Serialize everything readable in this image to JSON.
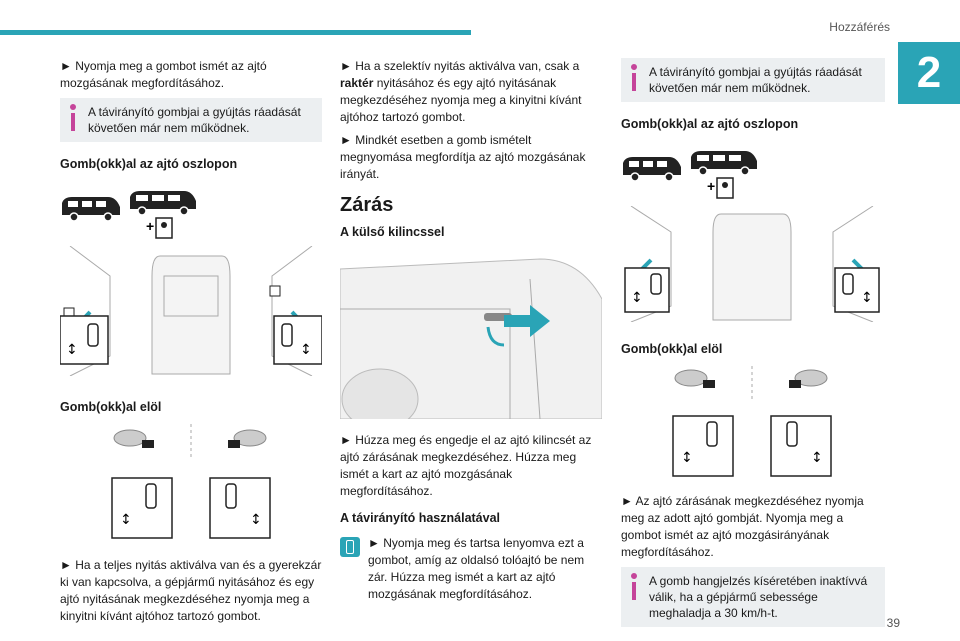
{
  "header": {
    "section": "Hozzáférés",
    "chapter": "2",
    "page": "39"
  },
  "col1": {
    "p1": "► Nyomja meg a gombot ismét az ajtó mozgásának megfordításához.",
    "note1": "A távirányító gombjai a gyújtás ráadását követően már nem működnek.",
    "h_pillar": "Gomb(okk)al az ajtó oszlopon",
    "h_front": "Gomb(okk)al elöl",
    "p2": "► Ha a teljes nyitás aktiválva van és a gyerekzár ki van kapcsolva, a gépjármű nyitásához és egy ajtó nyitásának megkezdéséhez nyomja meg a kinyitni kívánt ajtóhoz tartozó gombot."
  },
  "col2": {
    "p1a": "► Ha a szelektív nyitás aktiválva van, csak a ",
    "p1b": "raktér",
    "p1c": " nyitásához és egy ajtó nyitásának megkezdéséhez nyomja meg a kinyitni kívánt ajtóhoz tartozó gombot.",
    "p2": "► Mindkét esetben a gomb ismételt megnyomása megfordítja az ajtó mozgásának irányát.",
    "h_close": "Zárás",
    "h_handle": "A külső kilincssel",
    "p3": "► Húzza meg és engedje el az ajtó kilincsét az ajtó zárásának megkezdéséhez. Húzza meg ismét a kart az ajtó mozgásának megfordításához.",
    "h_remote": "A távirányító használatával",
    "p4": "► Nyomja meg és tartsa lenyomva ezt a gombot, amíg az oldalsó tolóajtó be nem zár. Húzza meg ismét a kart az ajtó mozgásának megfordításához."
  },
  "col3": {
    "note1": "A távirányító gombjai a gyújtás ráadását követően már nem működnek.",
    "h_pillar": "Gomb(okk)al az ajtó oszlopon",
    "h_front": "Gomb(okk)al elöl",
    "p1": "► Az ajtó zárásának megkezdéséhez nyomja meg az adott ajtó gombját. Nyomja meg a gombot ismét az ajtó mozgásirányának megfordításához.",
    "note2": "A gomb hangjelzés kíséretében inaktívvá válik, ha a gépjármű sebessége meghaladja a 30 km/h-t."
  },
  "colors": {
    "accent": "#2aa4b6",
    "note_bg": "#eceff1",
    "info_icon": "#c5449a"
  }
}
